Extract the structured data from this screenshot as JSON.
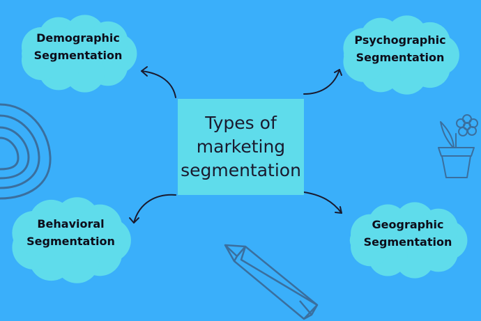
{
  "center": {
    "lines": [
      "Types of",
      "marketing",
      "segmentation"
    ]
  },
  "nodes": {
    "demographic": {
      "line1": "Demographic",
      "line2": "Segmentation"
    },
    "psychographic": {
      "line1": "Psychographic",
      "line2": "Segmentation"
    },
    "behavioral": {
      "line1": "Behavioral",
      "line2": "Segmentation"
    },
    "geographic": {
      "line1": "Geographic",
      "line2": "Segmentation"
    }
  },
  "colors": {
    "background": "#3aaffa",
    "cloud": "#5fdceb",
    "box": "#5fdceb",
    "doodle": "#3a6f9e",
    "arrow": "#1a1a2e"
  },
  "icons": [
    "swirl-doodle-icon",
    "flower-pot-icon",
    "pencil-icon",
    "arrow-icon"
  ]
}
